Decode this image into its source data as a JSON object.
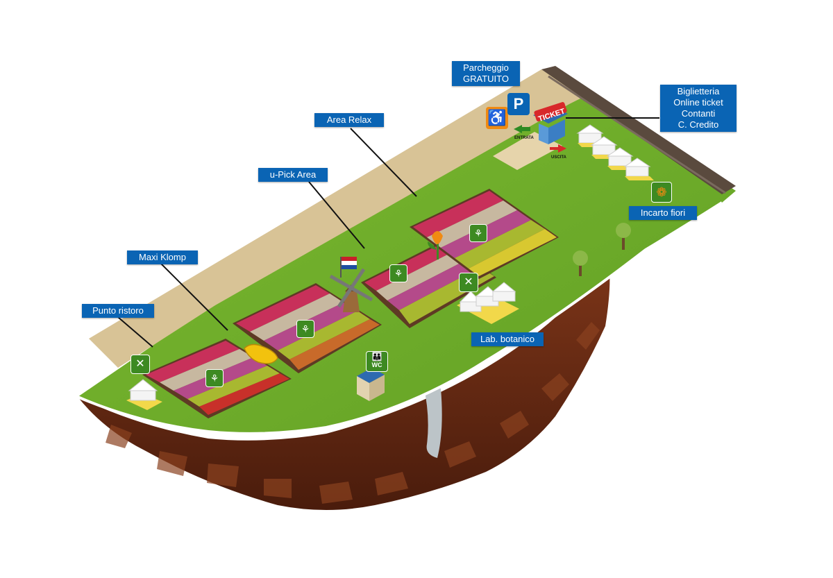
{
  "map": {
    "labels": {
      "parcheggio": {
        "line1": "Parcheggio",
        "line2": "GRATUITO"
      },
      "biglietteria": {
        "line1": "Biglietteria",
        "line2": "Online ticket",
        "line3": "Contanti",
        "line4": "C. Credito"
      },
      "area_relax": "Area Relax",
      "upick": "u-Pick Area",
      "maxi_klomp": "Maxi Klomp",
      "punto_ristoro": "Punto ristoro",
      "lab_botanico": "Lab. botanico",
      "incarto_fiori": "Incarto fiori"
    },
    "signs": {
      "ticket": "TICKET",
      "entrata": "ENTRATA",
      "uscita": "USCITA",
      "parking": "P",
      "wc": "WC"
    },
    "icons": [
      "parking-icon",
      "accessible-icon",
      "tulip-icon",
      "restaurant-icon",
      "wc-icon",
      "flower-bouquet-icon",
      "windmill-icon",
      "dutch-flag-icon",
      "clog-icon"
    ],
    "colors": {
      "label_bg": "#0a64b4",
      "grass": "#6fae2a",
      "path": "#d7c095",
      "soil": "#6b2e17",
      "icon_green": "#3d8a22",
      "icon_orange": "#f08a12",
      "icon_blue": "#0a64b4"
    }
  }
}
